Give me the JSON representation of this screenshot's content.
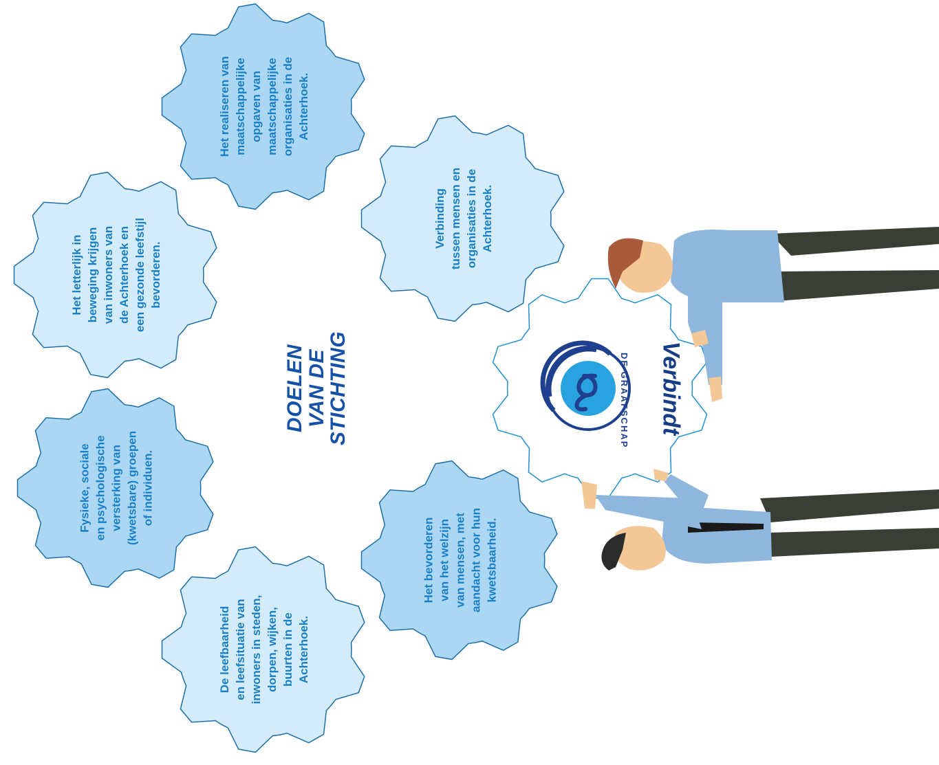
{
  "title": "DOELEN\nVAN DE\nSTICHTING",
  "center_gear": {
    "logo_text": "DE GRAAFSCHAP",
    "tagline": "Verbindt"
  },
  "goals": [
    {
      "id": "maatschappelijke-opgaven",
      "text": "Het realiseren van\nmaatschappelijke\nopgaven van\nmaatschappelijke\norganisaties in de\nAchterhoek."
    },
    {
      "id": "verbinding",
      "text": "Verbinding\ntussen mensen en\norganisaties in de\nAchterhoek."
    },
    {
      "id": "beweging",
      "text": "Het letterlijk in\nbeweging krijgen\nvan inwoners van\nde Achterhoek en\neen gezonde leefstijl\nbevorderen."
    },
    {
      "id": "versterking",
      "text": "Fysieke, sociale\nen psychologische\nversterking van\n(kwetsbare) groepen\nof individuen."
    },
    {
      "id": "leefbaarheid",
      "text": "De leefbaarheid\nen leefsituatie van\ninwoners in steden,\ndorpen, wijken,\nbuurten in de\nAchterhoek."
    },
    {
      "id": "welzijn",
      "text": "Het bevorderen\nvan het welzijn\nvan mensen, met\naandacht voor hun\nkwetsbaarheid."
    }
  ],
  "colors": {
    "gear_dark": "#acd7f3",
    "gear_light": "#d4ebf9",
    "gear_stroke": "#1e6fa8",
    "text_blue": "#1a7fc4",
    "title_blue": "#1551a6",
    "logo_blue": "#173d86"
  }
}
